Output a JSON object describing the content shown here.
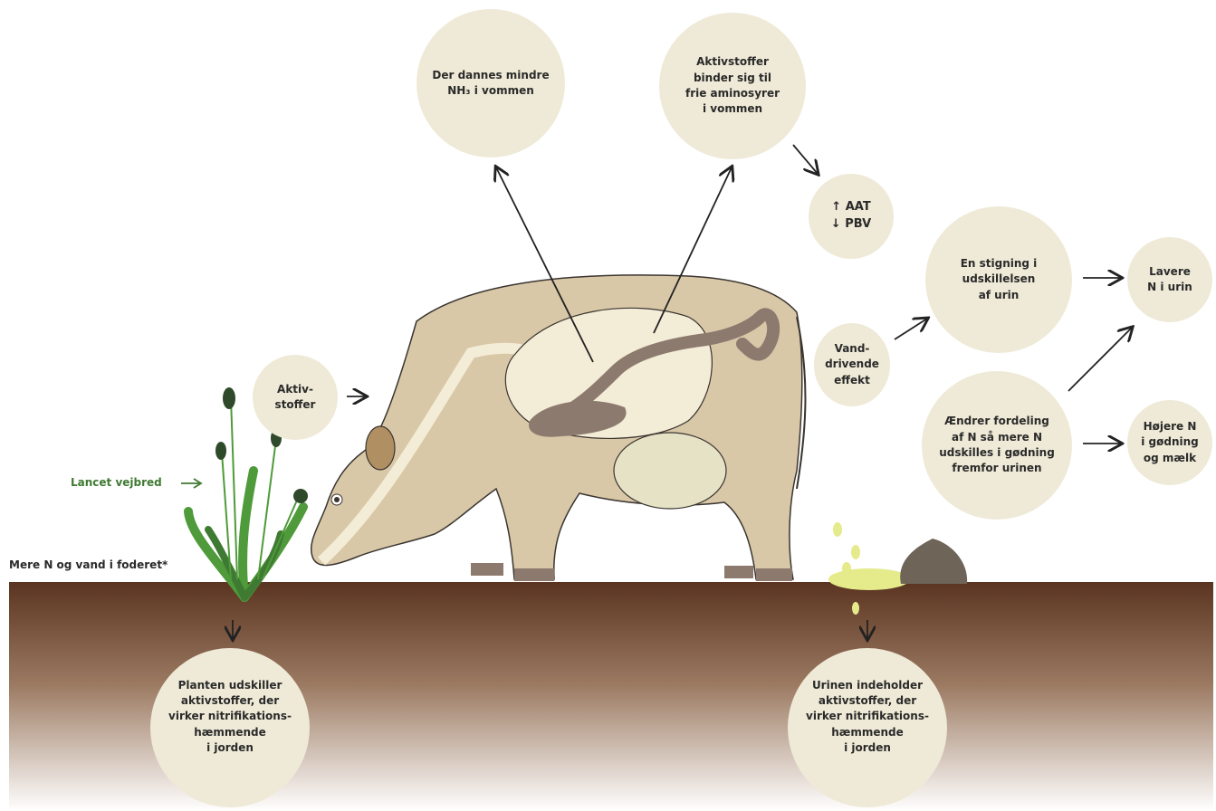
{
  "bubbles": {
    "nh3": "Der dannes mindre\nNH₃ i vommen",
    "aktivstoffer_bind": "Aktivstoffer\nbinder sig til\nfrie aminosyrer\ni vommen",
    "aat_pbv": "↑ AAT\n↓ PBV",
    "stigning": "En stigning i\nudskillelsen\naf urin",
    "lavere": "Lavere\nN i urin",
    "vanddrivende": "Vand-\ndrivende\neffekt",
    "aendrer": "Ændrer fordeling\naf N så mere N\nudskilles i gødning\nfremfor urinen",
    "hojere": "Højere N\ni gødning\nog mælk",
    "aktiv": "Aktiv-\nstoffer",
    "planten": "Planten udskiller\naktivstoffer, der\nvirker nitrifikations-\nhæmmende\ni jorden",
    "urinen": "Urinen indeholder\naktivstoffer, der\nvirker nitrifikations-\nhæmmende\ni jorden"
  },
  "labels": {
    "lancet": "Lancet vejbred",
    "mere_n": "Mere N og vand i foderet*"
  },
  "colors": {
    "bubble": "#efead7",
    "soil_top": "#5a3420",
    "cow_body": "#d9c8a8",
    "rumen": "#f3ecd6",
    "intestine": "#8c7a6e",
    "plant": "#4f9a3a",
    "lancet_text": "#3f7a32",
    "urine": "#e5ea8a"
  }
}
